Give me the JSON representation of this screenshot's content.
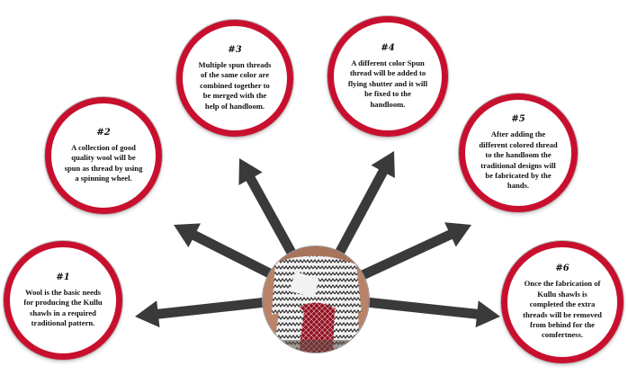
{
  "colors": {
    "ring": "#c8102e",
    "arrow": "#3a3a3a",
    "photo_bg": "#b9836a",
    "scarf_white": "#f2f2f2",
    "scarf_red": "#8f1020",
    "pattern": "#222222"
  },
  "center_image": "photo of a white and red patterned shawl worn around the neck",
  "steps": [
    {
      "number": "#1",
      "text": "Wool is the basic needs for producing the Kullu shawls in a required traditional pattern."
    },
    {
      "number": "#2",
      "text": "A collection of good quality wool will be spun as thread by using a spinning wheel."
    },
    {
      "number": "#3",
      "text": "Multiple spun threads of the same color are combined together to be merged with the help of handloom."
    },
    {
      "number": "#4",
      "text": "A different color Spun thread will be added to flying shutter and it will be fixed to the handloom."
    },
    {
      "number": "#5",
      "text": "After adding the different colored thread to the handloom the traditional designs will be fabricated by the hands."
    },
    {
      "number": "#6",
      "text": "Once the fabrication of Kullu shawls is completed the extra threads will be removed from behind for the comfertness."
    }
  ]
}
